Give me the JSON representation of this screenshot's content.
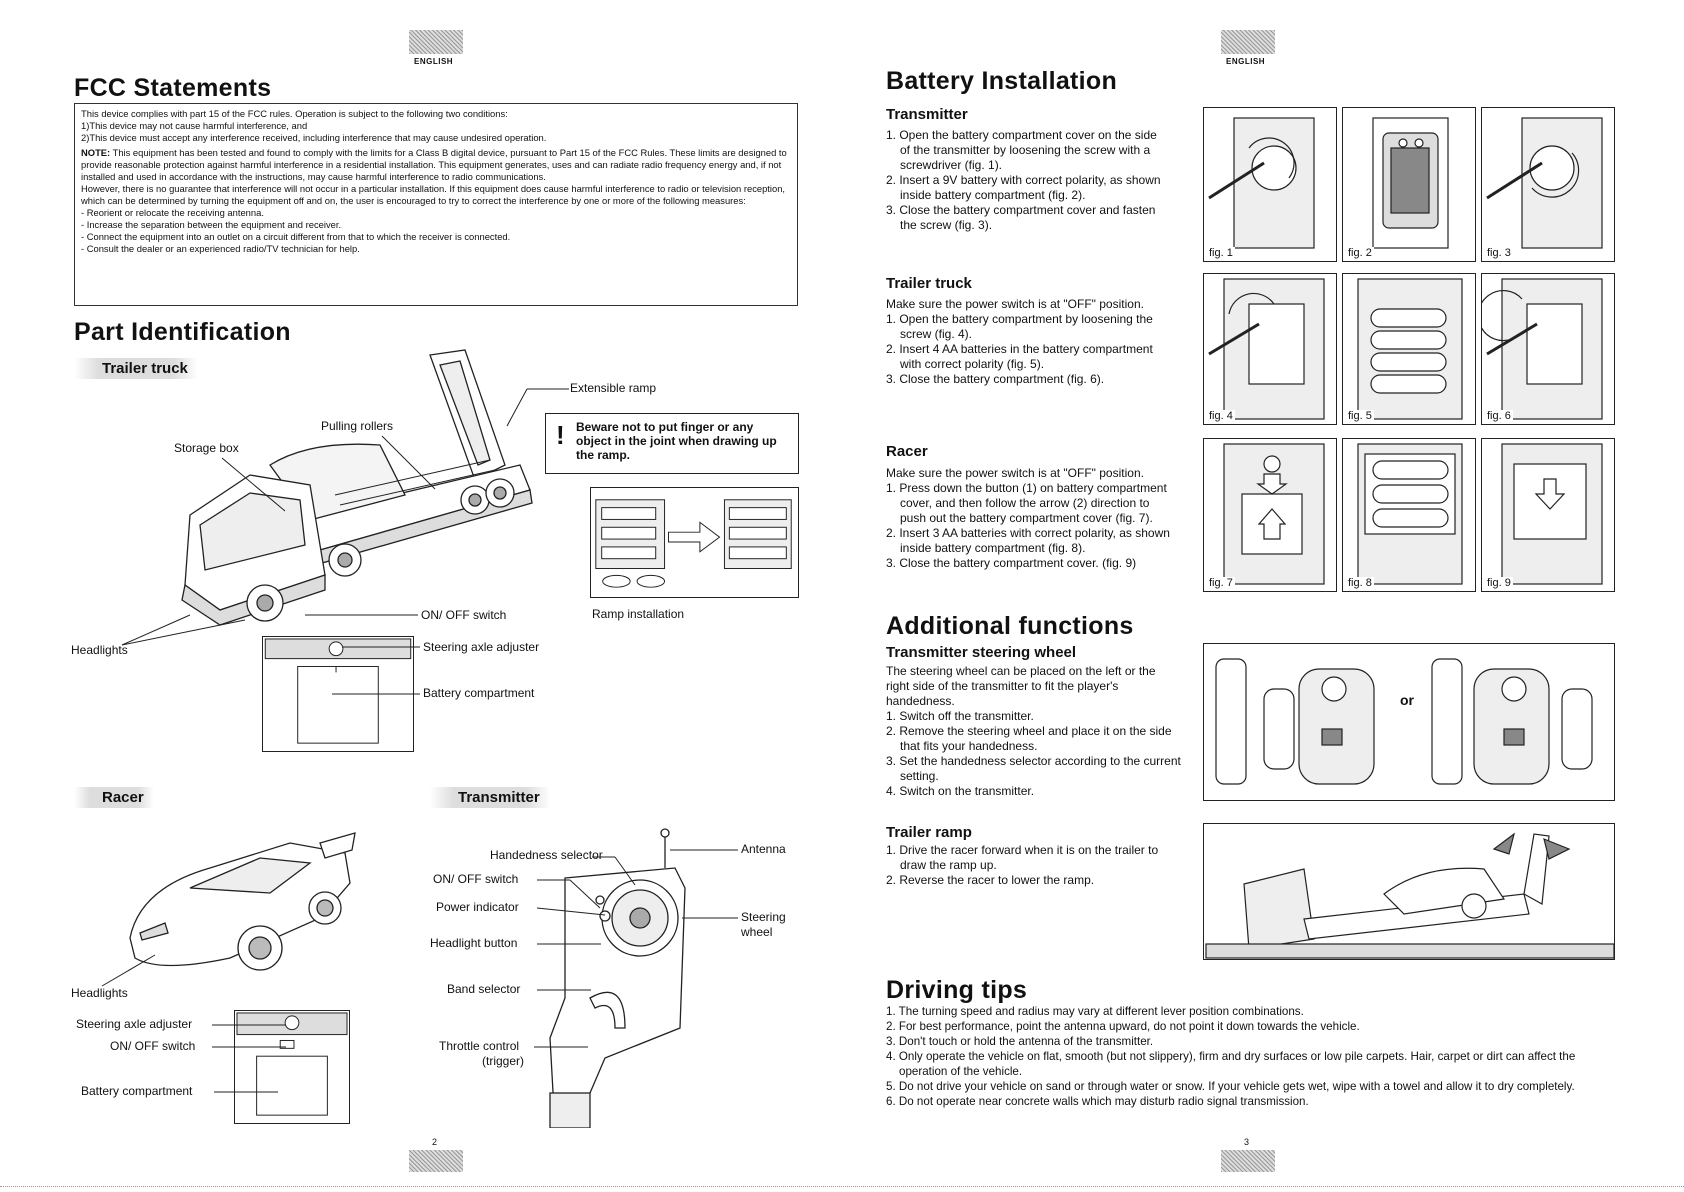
{
  "left_page": {
    "language": "ENGLISH",
    "page_number": "2",
    "fcc": {
      "title": "FCC Statements",
      "lines": [
        "This device complies with part 15 of the FCC rules. Operation is subject to the following two conditions:",
        "1)This device may not cause harmful interference, and",
        "2)This device must accept any interference received, including interference that may cause undesired operation."
      ],
      "note_label": "NOTE:",
      "note_text": " This equipment has been tested and found to comply with the limits for a Class B digital device, pursuant to Part 15 of the FCC Rules. These limits are designed to provide reasonable protection against harmful interference in a residential installation. This equipment generates, uses and can radiate radio frequency energy and, if not installed and used in accordance with the instructions, may cause harmful interference to radio communications.",
      "however_text": "However, there is no guarantee that interference will not occur in a particular installation. If this equipment does cause harmful interference to radio or television reception, which can be determined by turning the equipment off and on, the user is encouraged to try to correct the interference by one or more of the following measures:",
      "measures": [
        "- Reorient or relocate the receiving antenna.",
        "- Increase the separation between the equipment and receiver.",
        "- Connect the equipment into an outlet on a circuit different from that to which the receiver is connected.",
        "- Consult the dealer or an experienced radio/TV technician for help."
      ]
    },
    "parts": {
      "title": "Part Identification",
      "trailer_truck": {
        "heading": "Trailer truck",
        "extensible_ramp": "Extensible ramp",
        "pulling_rollers": "Pulling rollers",
        "storage_box": "Storage box",
        "warning": "Beware not to put finger or any object in the joint when drawing up the ramp.",
        "on_off_switch": "ON/ OFF switch",
        "ramp_installation": "Ramp installation",
        "headlights": "Headlights",
        "steering_axle_adjuster": "Steering axle adjuster",
        "battery_compartment": "Battery compartment"
      },
      "racer": {
        "heading": "Racer",
        "headlights": "Headlights",
        "steering_axle_adjuster": "Steering axle adjuster",
        "on_off_switch": "ON/ OFF switch",
        "battery_compartment": "Battery compartment"
      },
      "transmitter": {
        "heading": "Transmitter",
        "handedness_selector": "Handedness selector",
        "antenna": "Antenna",
        "on_off_switch": "ON/ OFF switch",
        "power_indicator": "Power indicator",
        "steering_wheel_1": "Steering",
        "steering_wheel_2": "wheel",
        "headlight_button": "Headlight button",
        "band_selector": "Band selector",
        "throttle_control_1": "Throttle control",
        "throttle_control_2": "(trigger)"
      }
    }
  },
  "right_page": {
    "language": "ENGLISH",
    "page_number": "3",
    "battery": {
      "title": "Battery Installation",
      "transmitter": {
        "heading": "Transmitter",
        "steps": [
          "1. Open the battery compartment cover on the side of the transmitter by loosening the screw with a screwdriver (fig. 1).",
          "2. Insert a 9V battery with correct polarity, as shown inside battery compartment (fig. 2).",
          "3. Close the battery compartment cover and fasten the screw (fig. 3)."
        ],
        "figs": [
          "fig. 1",
          "fig. 2",
          "fig. 3"
        ]
      },
      "trailer_truck": {
        "heading": "Trailer truck",
        "intro": "Make sure the power switch is at \"OFF\" position.",
        "steps": [
          "1. Open the battery compartment by loosening the screw (fig. 4).",
          "2. Insert 4 AA batteries in the battery compartment with correct polarity (fig. 5).",
          "3. Close the battery compartment (fig. 6)."
        ],
        "figs": [
          "fig. 4",
          "fig. 5",
          "fig. 6"
        ]
      },
      "racer": {
        "heading": "Racer",
        "intro": "Make sure the power switch is at \"OFF\" position.",
        "steps": [
          "1. Press down the button (1) on battery compartment cover, and then follow the arrow (2) direction to push out the battery compartment cover (fig. 7).",
          "2. Insert 3 AA batteries with correct polarity, as shown inside battery compartment (fig. 8).",
          "3. Close the battery compartment cover. (fig. 9)"
        ],
        "figs": [
          "fig. 7",
          "fig. 8",
          "fig. 9"
        ]
      }
    },
    "additional": {
      "title": "Additional functions",
      "steering": {
        "heading": "Transmitter steering wheel",
        "intro": "The steering wheel can be placed on the left or the right side of the transmitter to fit the player's handedness.",
        "steps": [
          "1. Switch off the transmitter.",
          "2. Remove the steering wheel and place it on the side that fits your handedness.",
          "3. Set the handedness selector according to the current setting.",
          "4. Switch on the transmitter."
        ],
        "or_label": "or"
      },
      "ramp": {
        "heading": "Trailer ramp",
        "steps": [
          "1. Drive the racer forward when it is on the trailer to draw the ramp up.",
          "2. Reverse the racer to lower the ramp."
        ]
      }
    },
    "driving": {
      "title": "Driving tips",
      "tips": [
        "1. The turning speed and radius may vary at different lever position combinations.",
        "2. For best performance, point the antenna upward, do not point it down towards the vehicle.",
        "3. Don't touch or hold the antenna of the transmitter.",
        "4. Only operate the vehicle on flat, smooth (but not slippery), firm and dry surfaces or low pile carpets. Hair, carpet or dirt can affect the operation of the vehicle.",
        "5. Do not drive your vehicle on sand or through water or snow. If your vehicle gets wet, wipe with a towel and allow it to dry completely.",
        "6. Do not operate near concrete walls which may disturb radio signal transmission."
      ]
    }
  }
}
